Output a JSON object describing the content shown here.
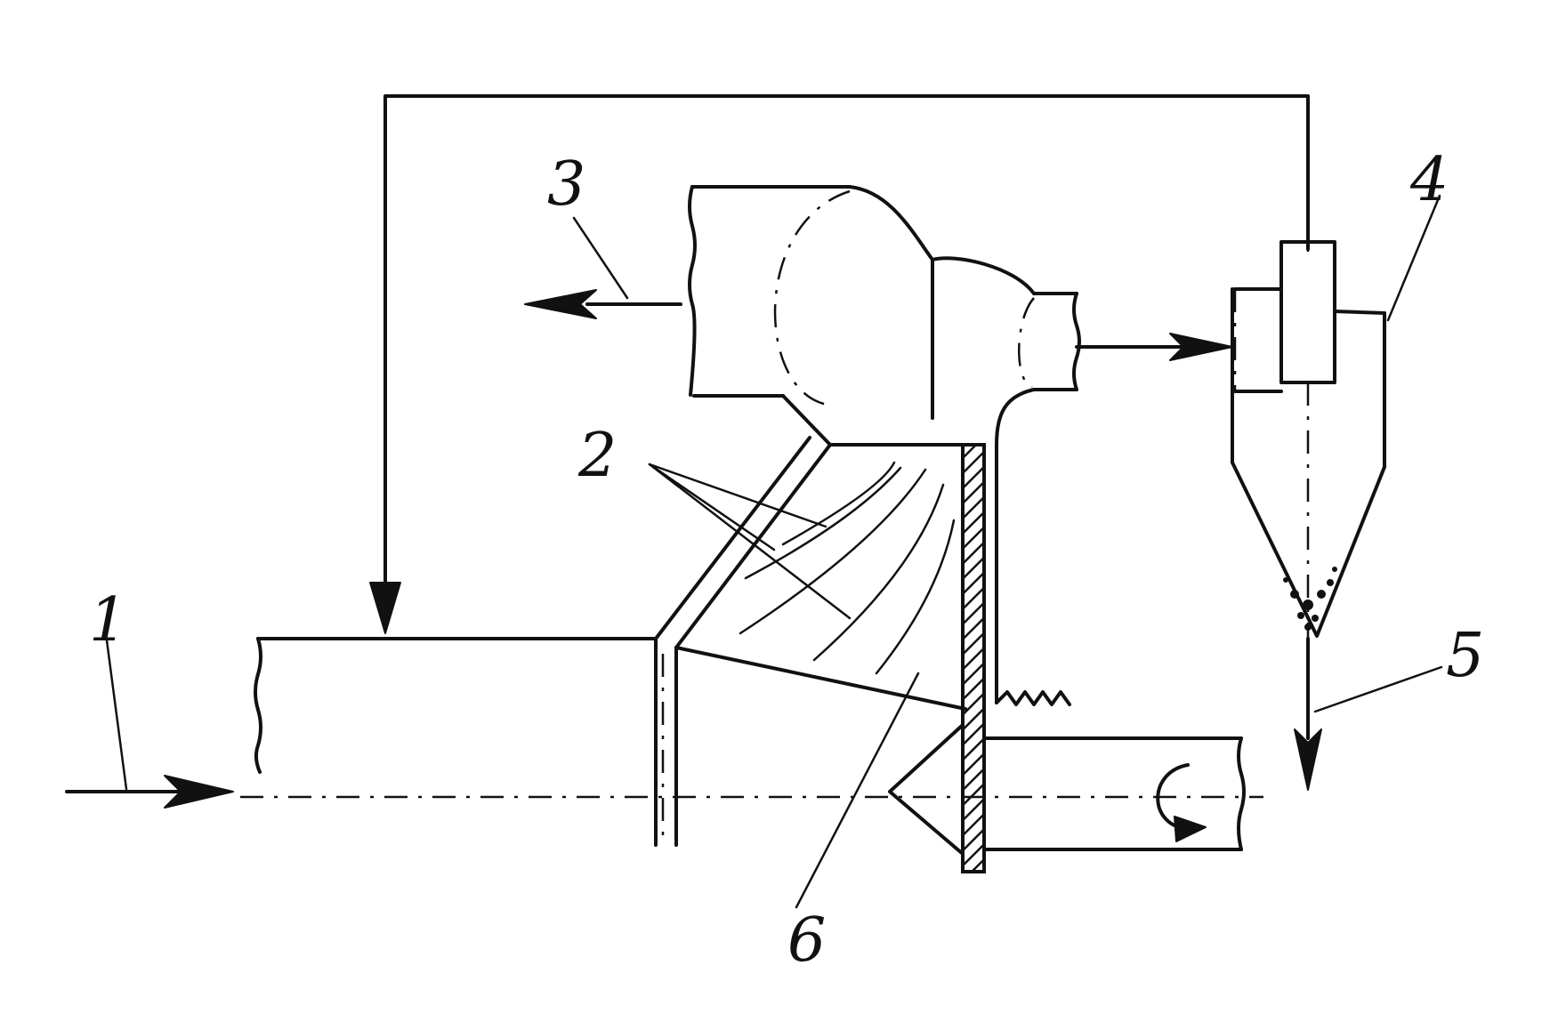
{
  "labels": {
    "inlet": "1",
    "blades": "2",
    "outlet": "3",
    "cyclone": "4",
    "discharge": "5",
    "rotor": "6"
  }
}
